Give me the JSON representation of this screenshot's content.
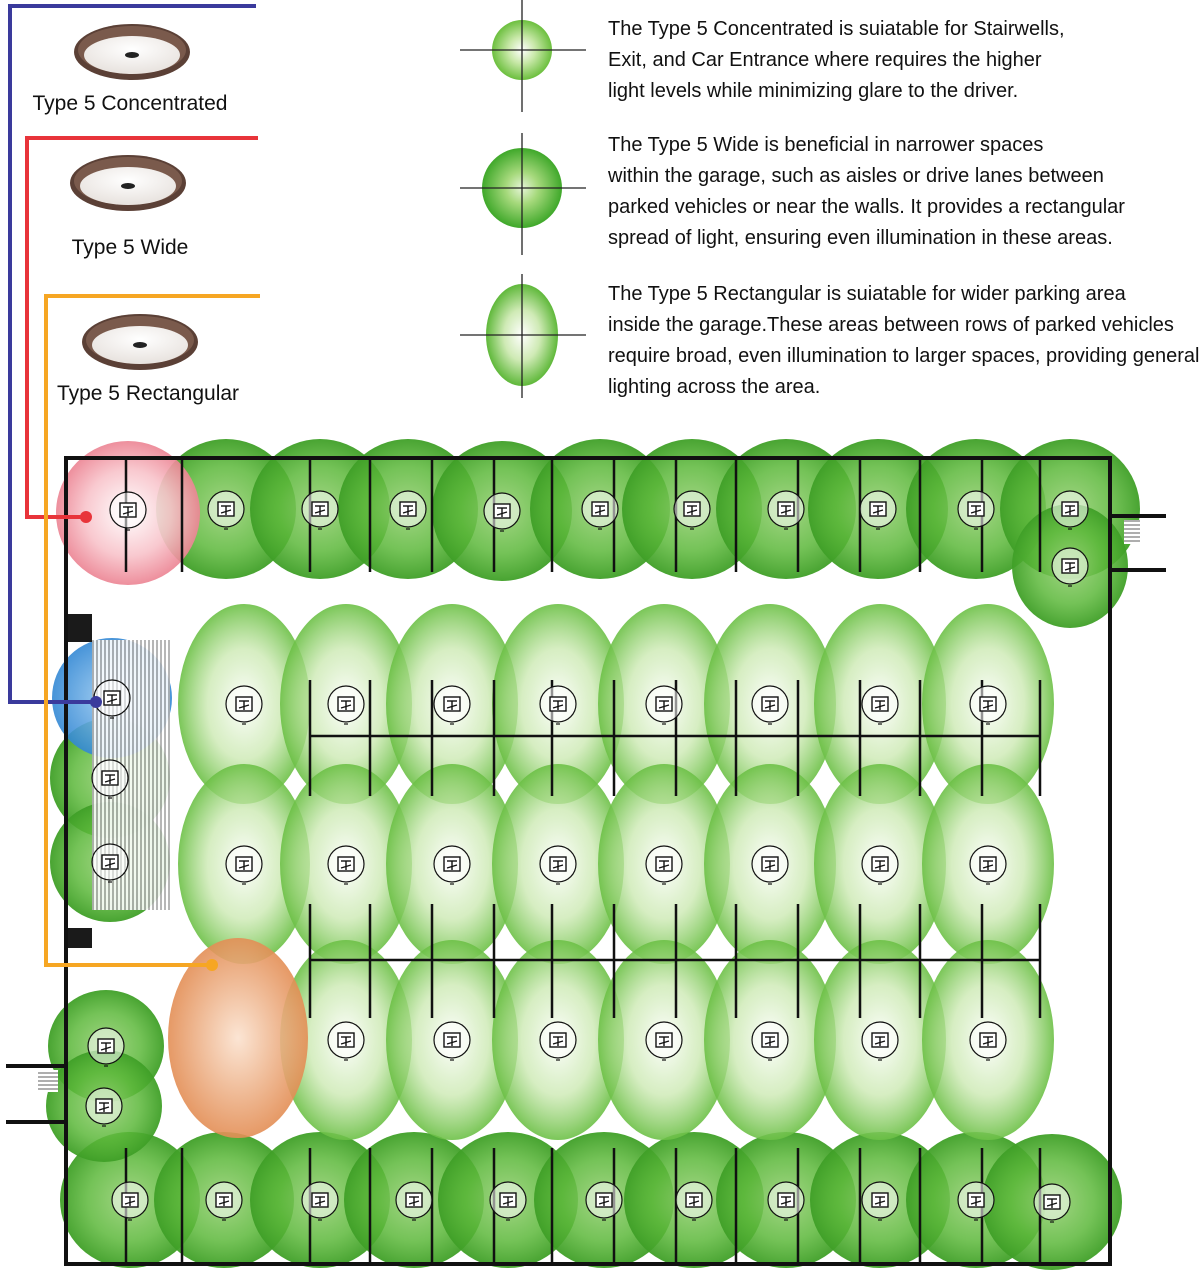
{
  "fixtures": [
    {
      "id": "concentrated",
      "label": "Type 5 Concentrated",
      "line_color": "#3a3a9c",
      "description": [
        "The Type 5 Concentrated is suiatable for Stairwells,",
        "Exit, and Car Entrance where requires the higher",
        " light levels while minimizing glare to the driver."
      ]
    },
    {
      "id": "wide",
      "label": "Type 5 Wide",
      "line_color": "#e8343a",
      "description": [
        "The Type 5 Wide is beneficial in narrower spaces",
        "within the garage, such as aisles or drive lanes between",
        "parked vehicles or near the walls. It provides a rectangular",
        "spread of light, ensuring even illumination in these  areas."
      ]
    },
    {
      "id": "rectangular",
      "label": "Type 5 Rectangular",
      "line_color": "#f6a623",
      "description": [
        "The Type 5 Rectangular is suiatable for wider parking area",
        "inside the garage.These areas between rows of parked vehicles",
        "require broad, even illumination to larger spaces, providing general",
        " lighting across the area."
      ]
    }
  ],
  "colors": {
    "green": "#5cb83a",
    "pink_highlight": "#ee8a96",
    "blue_highlight": "#3b8fd9",
    "orange_highlight": "#e69a62",
    "walls": "#111111"
  }
}
